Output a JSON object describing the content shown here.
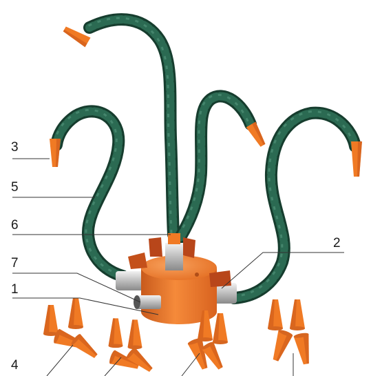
{
  "figure": {
    "callouts": [
      "1",
      "2",
      "3",
      "4",
      "5",
      "6",
      "7"
    ]
  },
  "palette": {
    "hose_dark": "#163d2e",
    "hose_mid": "#2b6a52",
    "hose_light": "#5a9a82",
    "nozzle_orange": "#f07a24",
    "nozzle_shade": "#c9561a",
    "manifold_orange": "#ee7a2a",
    "manifold_shade": "#c85a1c",
    "steel": "#c8c8c8",
    "leader_line": "#333333"
  }
}
